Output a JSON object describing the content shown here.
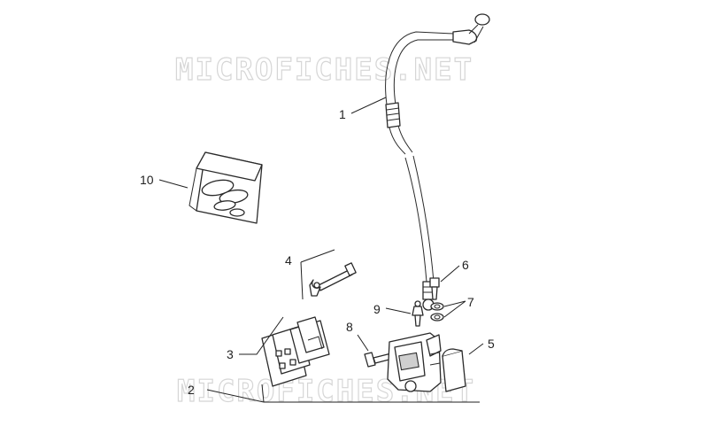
{
  "watermarks": [
    "MICROFICHES.NET",
    "MICROFICHES.NET"
  ],
  "callouts": [
    "1",
    "2",
    "3",
    "4",
    "5",
    "6",
    "7",
    "8",
    "9",
    "10"
  ]
}
